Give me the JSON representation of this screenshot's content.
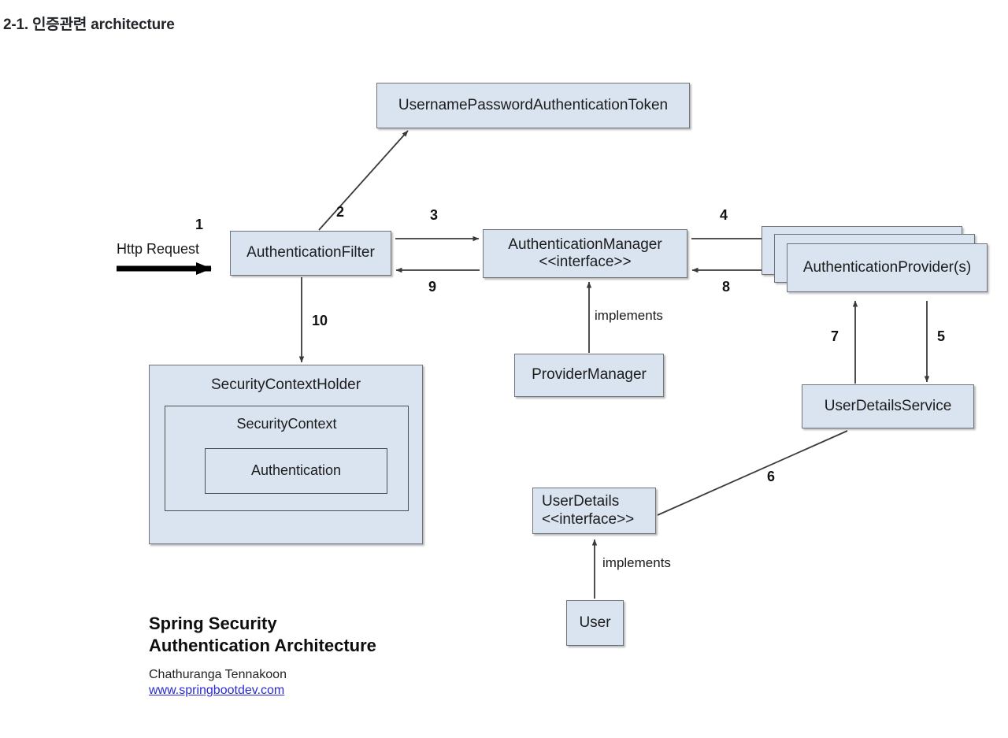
{
  "heading": "2-1. 인증관련 architecture",
  "diagram": {
    "nodes": {
      "username_password_token": "UsernamePasswordAuthenticationToken",
      "authentication_filter": "AuthenticationFilter",
      "authentication_manager_name": "AuthenticationManager",
      "authentication_manager_stereotype": "<<interface>>",
      "authentication_providers": "AuthenticationProvider(s)",
      "provider_manager": "ProviderManager",
      "user_details_service": "UserDetailsService",
      "user_details_name": "UserDetails",
      "user_details_stereotype": "<<interface>>",
      "user": "User",
      "security_context_holder": "SecurityContextHolder",
      "security_context": "SecurityContext",
      "authentication": "Authentication"
    },
    "labels": {
      "http_request": "Http Request",
      "implements_manager": "implements",
      "implements_userdetails": "implements"
    },
    "step_numbers": {
      "s1": "1",
      "s2": "2",
      "s3": "3",
      "s4": "4",
      "s5": "5",
      "s6": "6",
      "s7": "7",
      "s8": "8",
      "s9": "9",
      "s10": "10"
    }
  },
  "caption": {
    "title_line1": "Spring Security",
    "title_line2": "Authentication Architecture",
    "author": "Chathuranga Tennakoon",
    "link": "www.springbootdev.com"
  },
  "colors": {
    "node_fill": "#dae4f0",
    "node_border": "#6e7479",
    "link": "#2b2bd4",
    "edge": "#3a3a3a",
    "heading": "#222529"
  }
}
